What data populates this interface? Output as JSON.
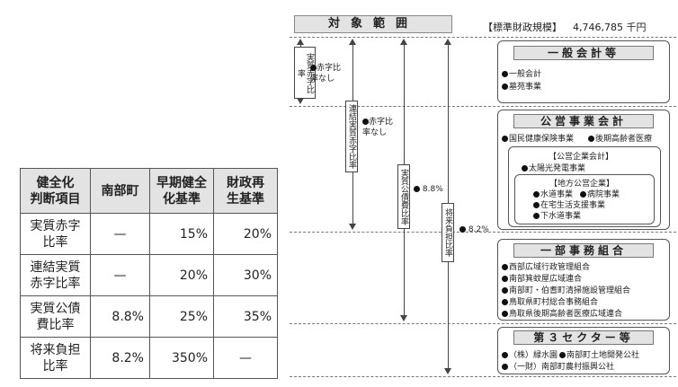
{
  "table": {
    "headers": [
      "健全化\n判断項目",
      "南部町",
      "早期健全\n化基準",
      "財政再\n生基準"
    ],
    "rows": [
      {
        "label": "実質赤字\n比率",
        "town": "—",
        "early": "15%",
        "recon": "20%"
      },
      {
        "label": "連結実質\n赤字比率",
        "town": "—",
        "early": "20%",
        "recon": "30%"
      },
      {
        "label": "実質公債\n費比率",
        "town": "8.8%",
        "early": "25%",
        "recon": "35%"
      },
      {
        "label": "将来負担\n比率",
        "town": "8.2%",
        "early": "350%",
        "recon": "—"
      }
    ]
  },
  "diagram": {
    "scope_title": "対象範囲",
    "scale_label": "【標準財政規模】",
    "scale_value": "4,746,785 千円",
    "arrows": {
      "deficit": {
        "label": "実質赤字比率",
        "note": "赤字比\n率なし"
      },
      "consolidated": {
        "label": "連結実質赤字比率",
        "note": "赤字比\n率なし"
      },
      "debt": {
        "label": "実質公債費比率",
        "value": "8.8%"
      },
      "future": {
        "label": "将来負担比率",
        "value": "8.2%"
      }
    },
    "general": {
      "title": "一般会計等",
      "items": [
        "一般会計",
        "墓苑事業"
      ]
    },
    "enterprise": {
      "title": "公営事業会計",
      "items": [
        "国民健康保険事業",
        "後期高齢者医療"
      ],
      "public_title": "【公営企業会計】",
      "public_items": [
        "太陽光発電事業"
      ],
      "local_title": "【地方公営企業】",
      "local_items": [
        "水道事業",
        "病院事業",
        "在宅生活支援事業",
        "下水道事業"
      ]
    },
    "union": {
      "title": "一部事務組合",
      "items": [
        "西部広域行政管理組合",
        "南部箕蚊屋広域連合",
        "南部町・伯耆町清掃施設管理組合",
        "鳥取県町村総合事務組合",
        "鳥取県後期高齢者医療広域連合"
      ]
    },
    "third": {
      "title": "第３セクター等",
      "items": [
        "（株）緑水園",
        "南部町土地開発公社",
        "（一財）南部町農村振興公社"
      ]
    }
  }
}
